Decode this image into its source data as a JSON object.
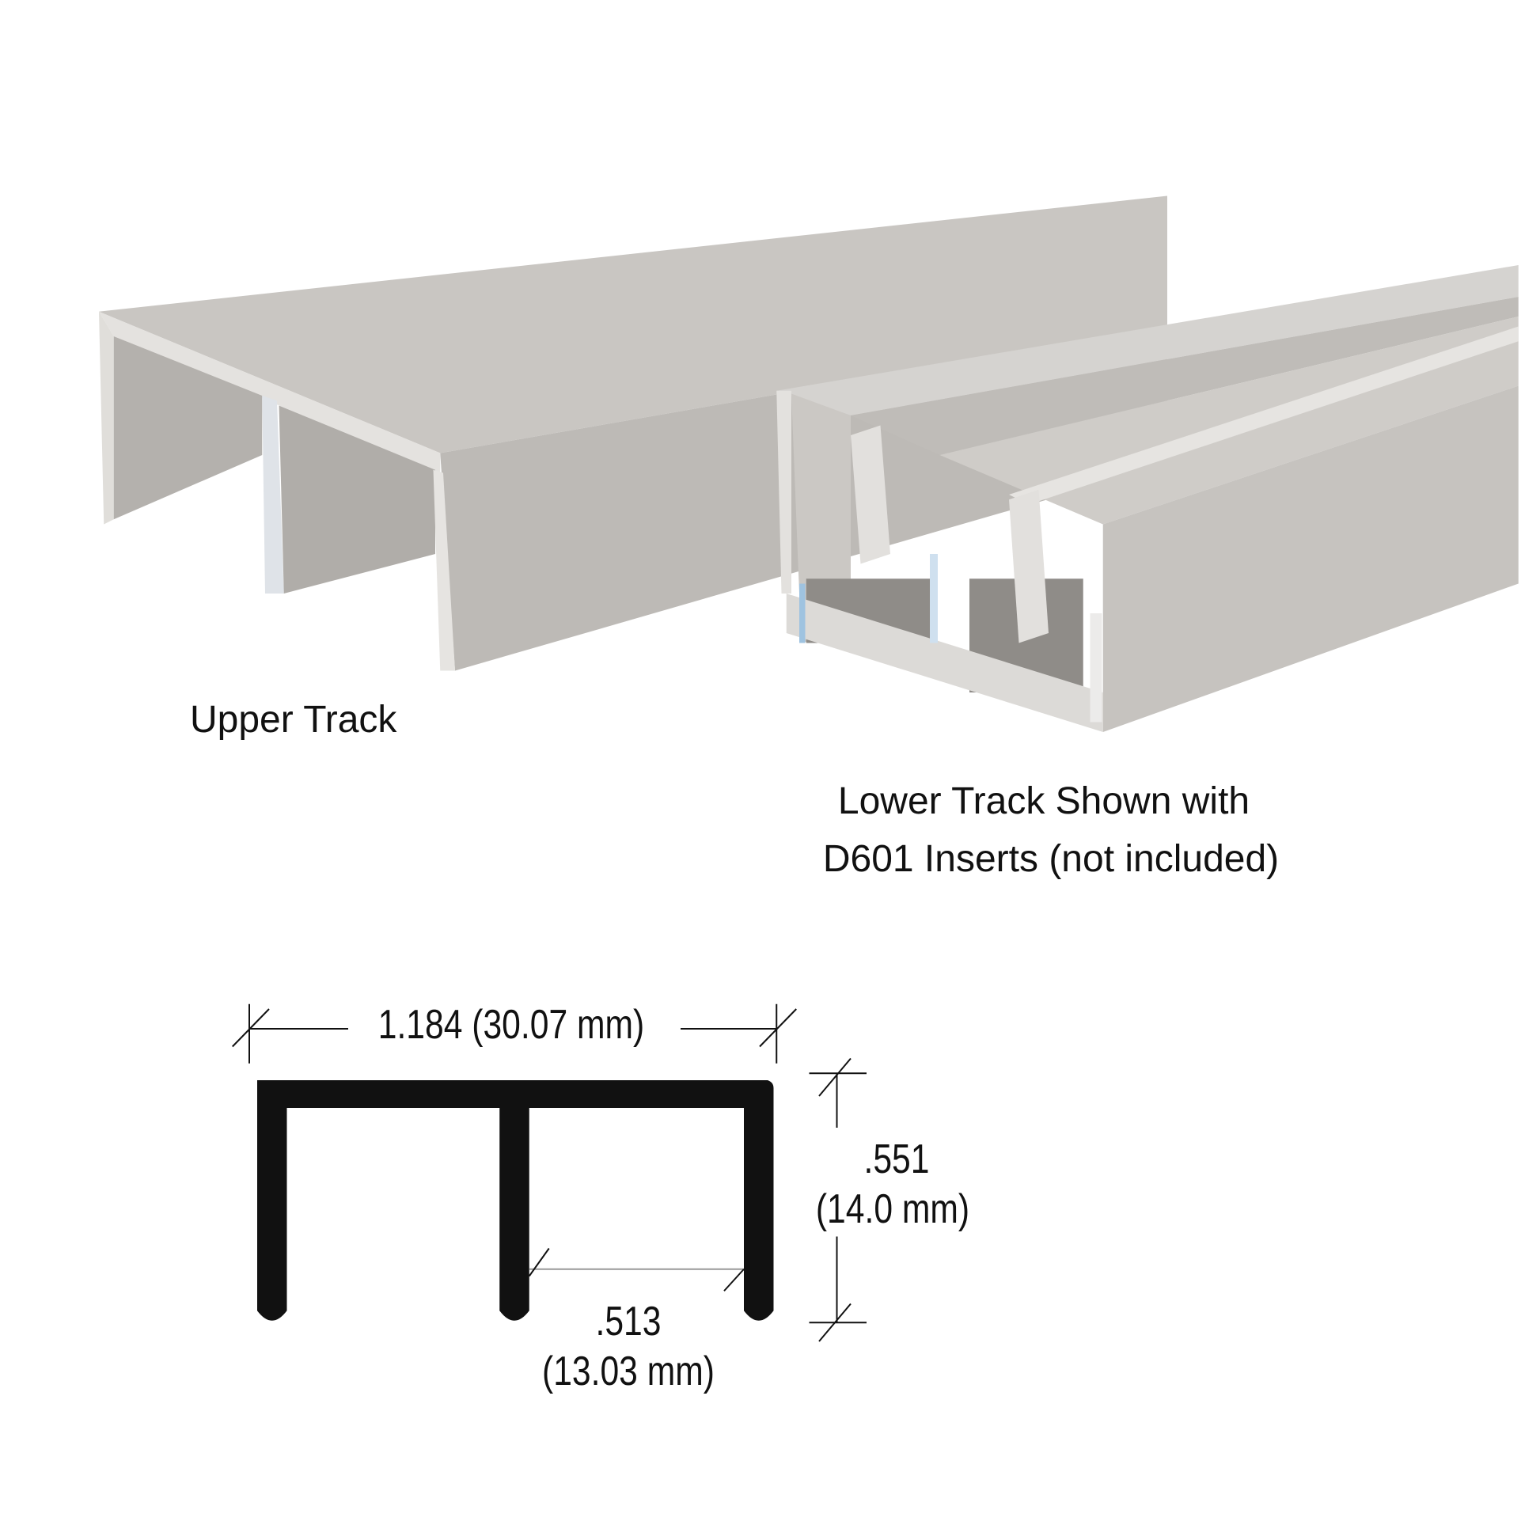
{
  "labels": {
    "upper_track": "Upper Track",
    "lower_track_line1": "Lower Track Shown with",
    "lower_track_line2": "D601 Inserts (not included)"
  },
  "dimensions": {
    "overall_width": "1.184 (30.07 mm)",
    "height_in": ".551",
    "height_mm": "(14.0 mm)",
    "channel_width_in": ".513",
    "channel_width_mm": "(13.03 mm)"
  },
  "colors": {
    "aluminum_light": "#d9d7d4",
    "aluminum_mid": "#c4c1bd",
    "aluminum_dark": "#a9a6a2",
    "profile": "#111111"
  }
}
